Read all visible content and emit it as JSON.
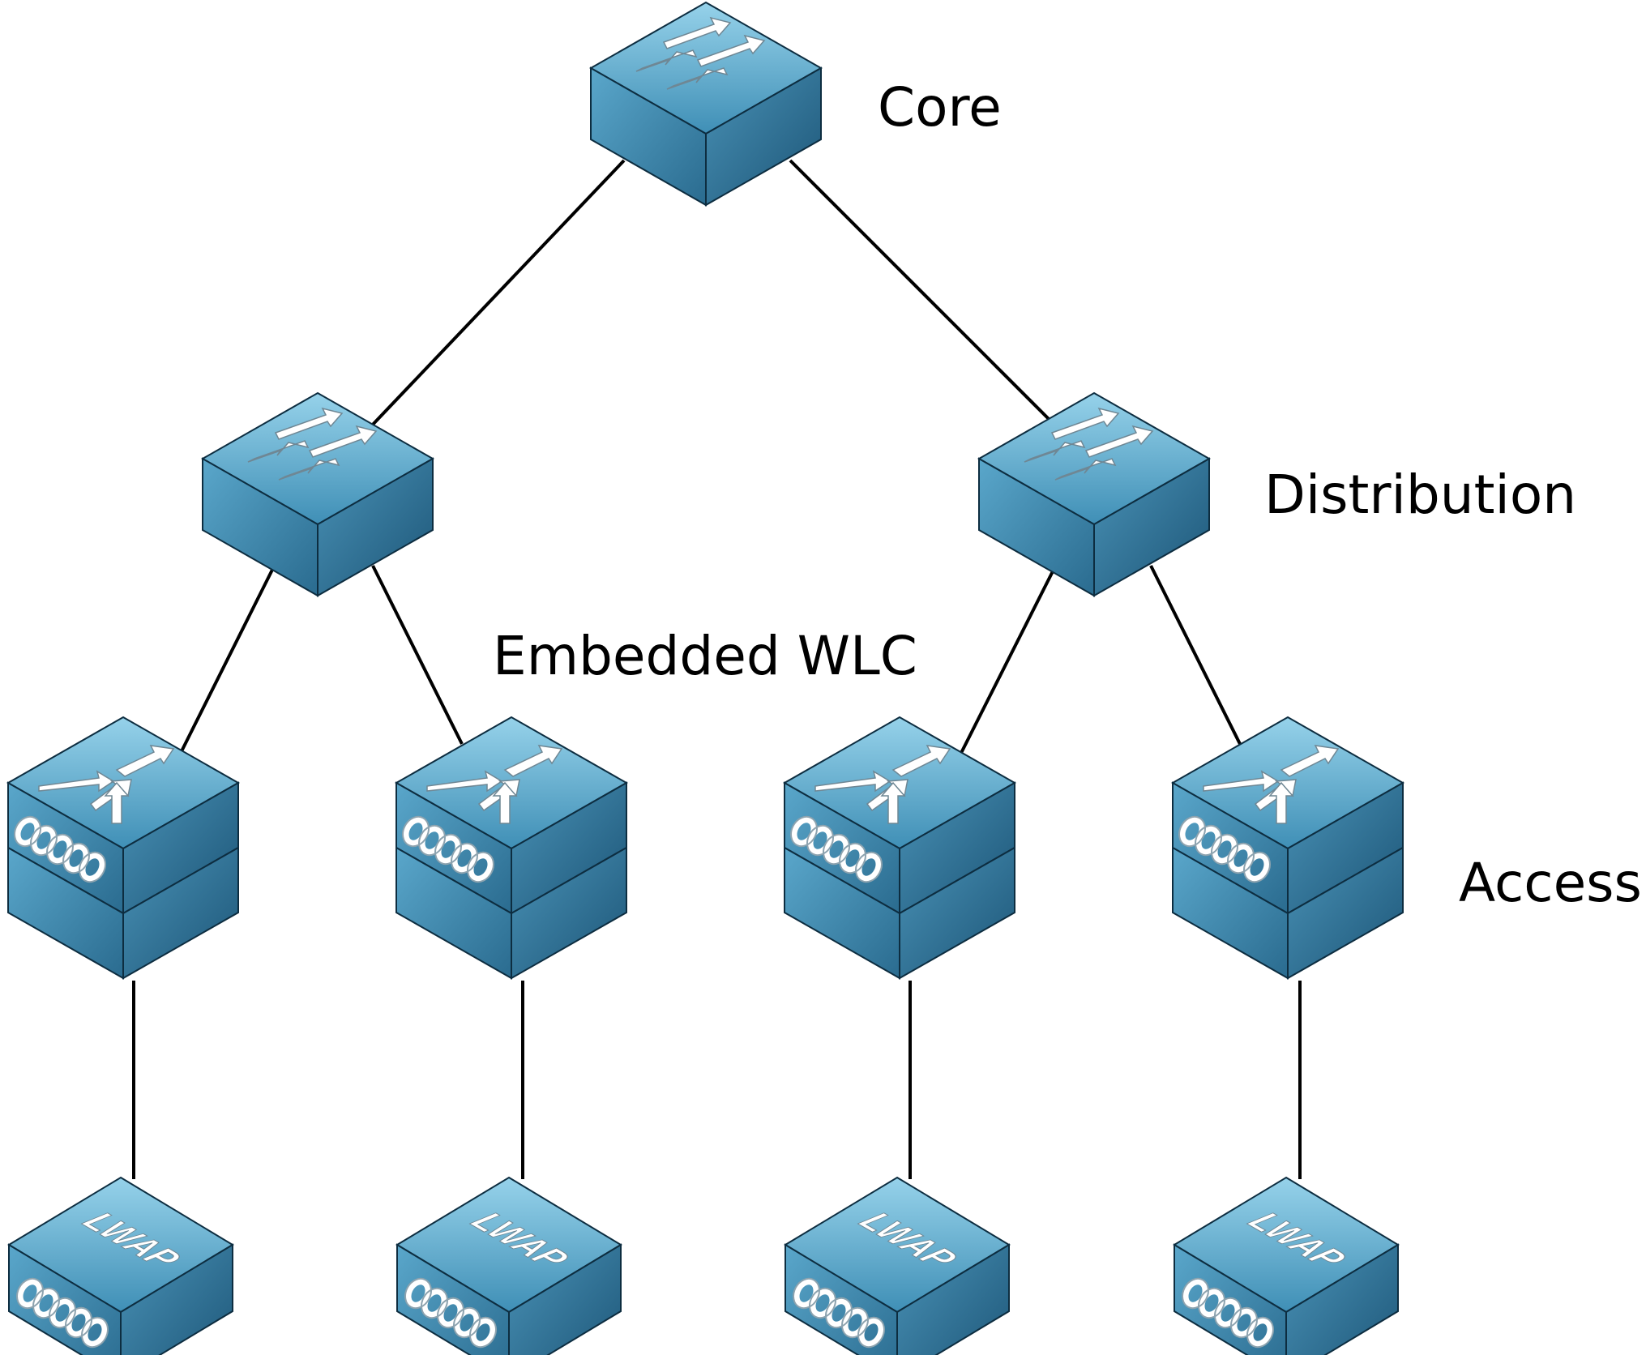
{
  "labels": {
    "core": "Core",
    "distribution": "Distribution",
    "embedded_wlc": "Embedded WLC",
    "access": "Access"
  },
  "devices": {
    "ap_text": "LWAP"
  },
  "colors": {
    "top_light": "#8fcde6",
    "top_dark": "#3d8fb5",
    "left_light": "#4f9dc2",
    "left_dark": "#2c6f94",
    "right_light": "#3e86ab",
    "right_dark": "#1f5a7c",
    "edge": "#0d2d40",
    "link": "#000000",
    "glyph": "#ffffff"
  }
}
